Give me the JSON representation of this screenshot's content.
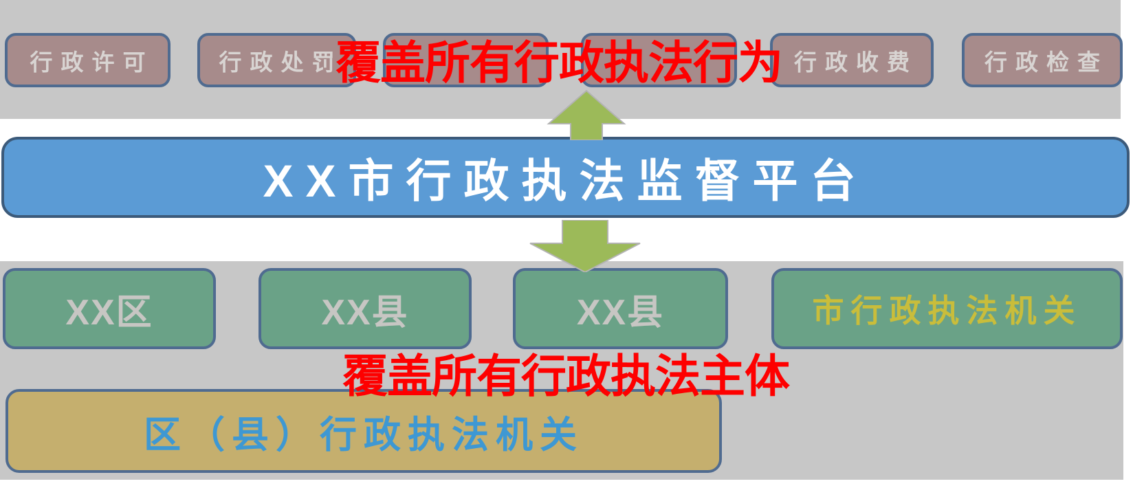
{
  "diagram": {
    "top_band": {
      "boxes": [
        {
          "label": "行政许可"
        },
        {
          "label": "行政处罚"
        },
        {
          "label": ""
        },
        {
          "label": ""
        },
        {
          "label": "行政收费"
        },
        {
          "label": "行政检查"
        }
      ]
    },
    "captions": {
      "top": "覆盖所有行政执法行为",
      "bottom": "覆盖所有行政执法主体"
    },
    "platform_bar": {
      "label": "XX市行政执法监督平台"
    },
    "bottom_band": {
      "boxes": [
        {
          "label": "XX区"
        },
        {
          "label": "XX县"
        },
        {
          "label": "XX县"
        },
        {
          "label": "市行政执法机关"
        }
      ],
      "district_box": {
        "label": "区（县）行政执法机关"
      }
    },
    "colors": {
      "band_gray": "#c7c7c7",
      "action_box_fill": "#a78b8b",
      "action_box_text": "#d8d4d2",
      "box_border": "#4f6b90",
      "platform_fill": "#5b9bd5",
      "platform_border": "#3c5a7a",
      "platform_text": "#ffffff",
      "arrow_fill": "#9cba59",
      "arrow_outline": "#b3b3b3",
      "agency_box_fill": "#6aa287",
      "agency_box_text": "#c7c6c3",
      "city_agency_text": "#c9bd3b",
      "district_box_fill": "#c5af6e",
      "district_box_text": "#3e98d3",
      "caption_red": "#fe0000"
    }
  }
}
